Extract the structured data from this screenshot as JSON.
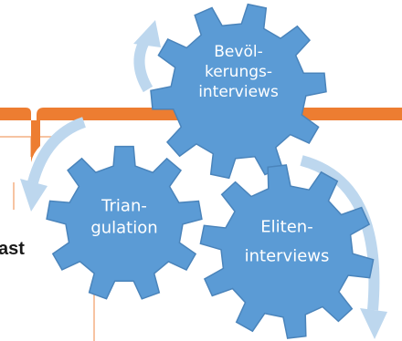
{
  "colors": {
    "gear": "#5b9bd5",
    "gear_stroke": "#4a84bb",
    "arrow": "#bdd7ee",
    "brace": "#ed7d31",
    "thin_line": "#f4b183",
    "label": "#ffffff"
  },
  "gears": [
    {
      "id": "bevoelkerungsinterviews",
      "lines": [
        "Bevöl-",
        "kerungs-",
        "interviews"
      ]
    },
    {
      "id": "triangulation",
      "lines": [
        "Trian-",
        "gulation"
      ]
    },
    {
      "id": "eliteninterviews",
      "lines": [
        "Eliten-",
        "interviews"
      ]
    }
  ],
  "side_text": "ast"
}
